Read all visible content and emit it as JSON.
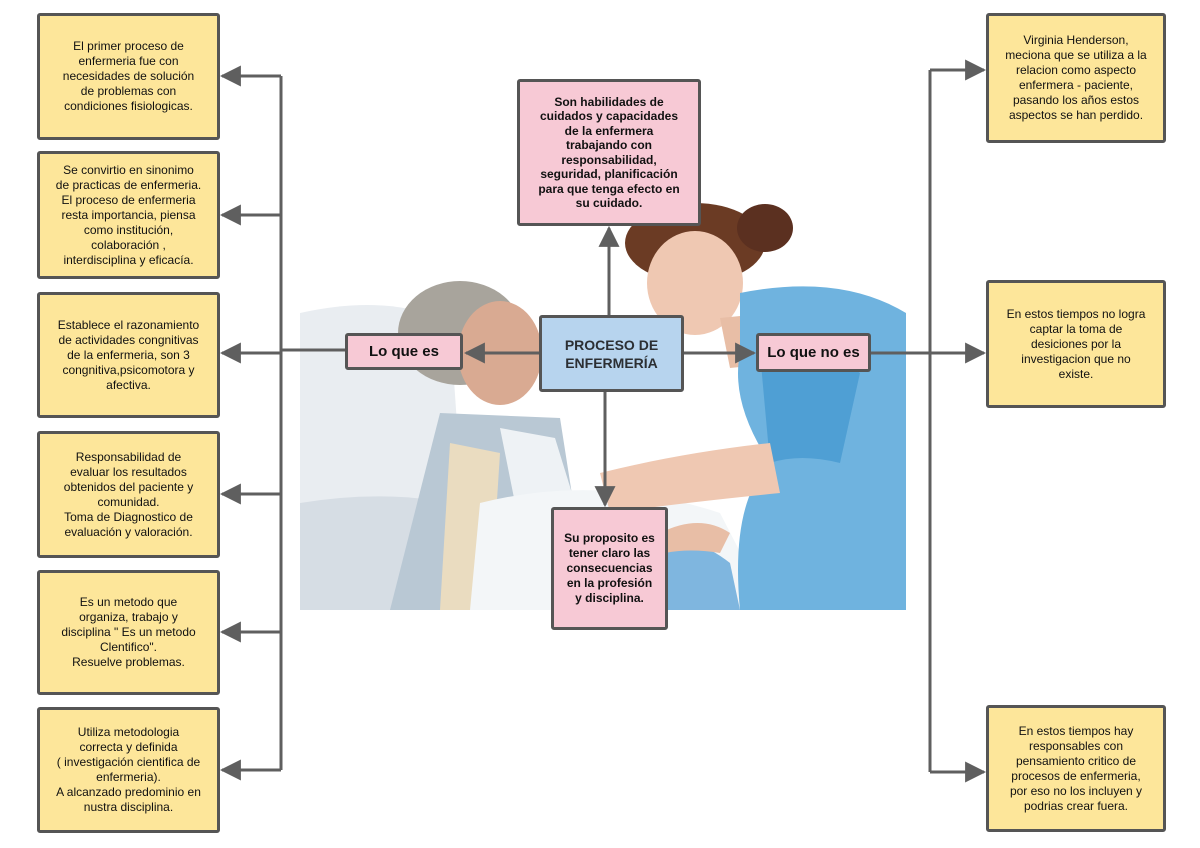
{
  "center": {
    "title": "PROCESO DE\nENFERMERÍA"
  },
  "top_box": {
    "text": "Son habilidades de\ncuidados y capacidades\nde la enfermera\ntrabajando con\nresponsabilidad,\nseguridad, planificación\npara que tenga efecto en\nsu cuidado."
  },
  "bottom_box": {
    "text": "Su proposito es\ntener claro las\nconsecuencias\nen la profesión\ny disciplina."
  },
  "left_label": {
    "text": "Lo que es"
  },
  "right_label": {
    "text": "Lo que no es"
  },
  "left_items": [
    {
      "text": "El primer proceso de\nenfermeria fue con\nnecesidades de solución\nde problemas con\ncondiciones fisiologicas."
    },
    {
      "text": "Se convirtio en sinonimo\nde practicas de enfermeria.\nEl proceso de enfermeria\nresta importancia, piensa\ncomo institución,\ncolaboración ,\ninterdisciplina y eficacía."
    },
    {
      "text": "Establece el razonamiento\nde actividades congnitivas\nde la enfermeria, son 3\ncongnitiva,psicomotora y\nafectiva."
    },
    {
      "text": "Responsabilidad de\nevaluar los resultados\nobtenidos del paciente y\ncomunidad.\nToma de Diagnostico de\nevaluación y valoración."
    },
    {
      "text": "Es un metodo que\norganiza, trabajo y\ndisciplina \" Es un metodo\nClentifico\".\nResuelve problemas."
    },
    {
      "text": "Utiliza metodologia\ncorrecta y definida\n( investigación cientifica de\nenfermeria).\nA alcanzado predominio en\nnustra disciplina."
    }
  ],
  "right_items": [
    {
      "text": "Virginia Henderson,\nmeciona que se utiliza a la\nrelacion como aspecto\nenfermera - paciente,\npasando los años estos\naspectos se han perdido."
    },
    {
      "text": "En estos tiempos no logra\ncaptar la toma de\ndesiciones por la\ninvestigacion que  no\nexiste."
    },
    {
      "text": "En estos tiempos hay\nresponsables con\npensamiento critico de\nprocesos de enfermeria,\npor eso no los incluyen y\npodrias crear fuera."
    }
  ],
  "colors": {
    "item_fill": "#fde69a",
    "label_fill": "#f7c9d5",
    "center_fill": "#b7d4ee",
    "border": "#555555",
    "connector": "#5f5f5f"
  }
}
